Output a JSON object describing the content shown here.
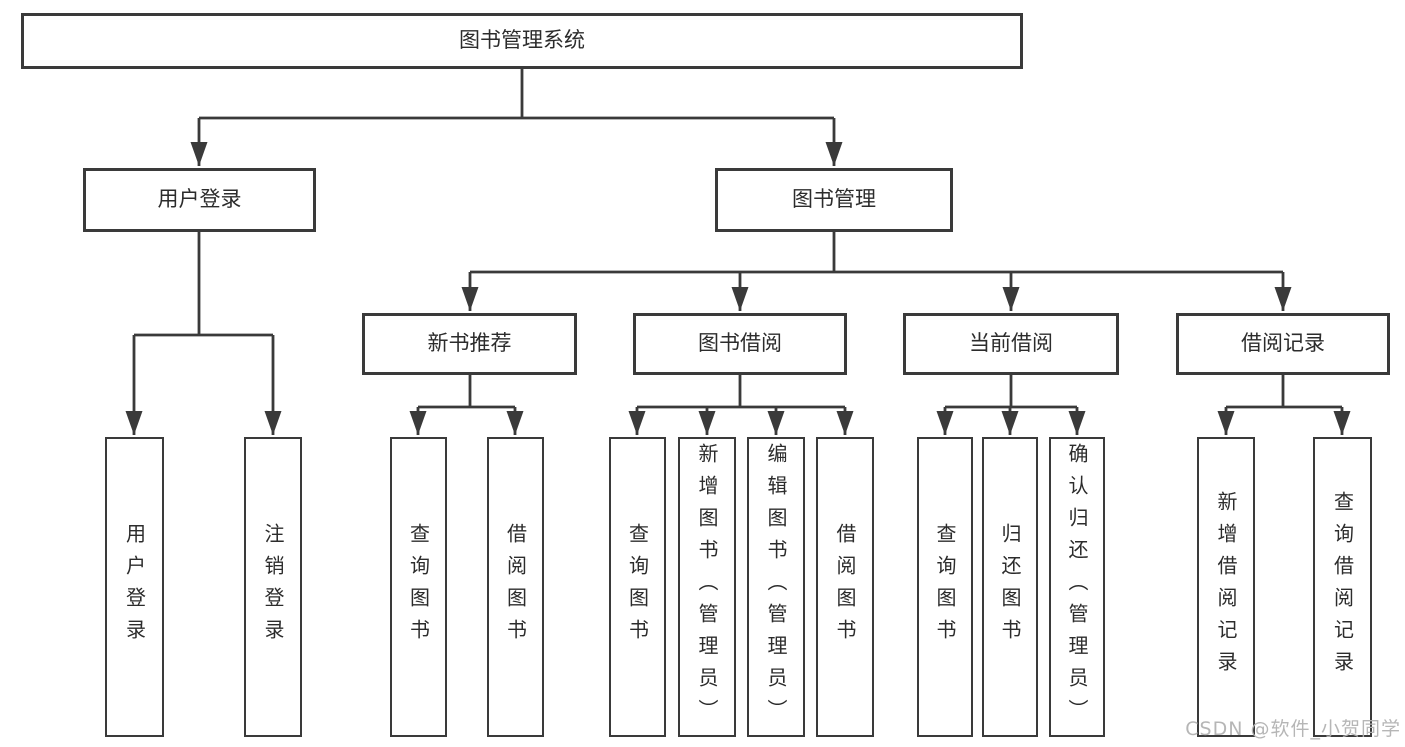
{
  "diagram_title": "图书管理系统",
  "colors": {
    "line": "#3a3a3a",
    "box_border": "#3a3a3a",
    "text": "#2c2c2c",
    "background": "#ffffff",
    "watermark_text_color": "#b3b3b3"
  },
  "watermark": {
    "text": "CSDN @软件_小贺同学"
  },
  "tree": {
    "root": {
      "label": "图书管理系统",
      "children": [
        {
          "label": "用户登录",
          "children": [
            {
              "label": "用户登录"
            },
            {
              "label": "注销登录"
            }
          ]
        },
        {
          "label": "图书管理",
          "children": [
            {
              "label": "新书推荐",
              "children": [
                {
                  "label": "查询图书"
                },
                {
                  "label": "借阅图书"
                }
              ]
            },
            {
              "label": "图书借阅",
              "children": [
                {
                  "label": "查询图书"
                },
                {
                  "label": "新增图书（管理员）"
                },
                {
                  "label": "编辑图书（管理员）"
                },
                {
                  "label": "借阅图书"
                }
              ]
            },
            {
              "label": "当前借阅",
              "children": [
                {
                  "label": "查询图书"
                },
                {
                  "label": "归还图书"
                },
                {
                  "label": "确认归还（管理员）"
                }
              ]
            },
            {
              "label": "借阅记录",
              "children": [
                {
                  "label": "新增借阅记录"
                },
                {
                  "label": "查询借阅记录"
                }
              ]
            }
          ]
        }
      ]
    }
  }
}
